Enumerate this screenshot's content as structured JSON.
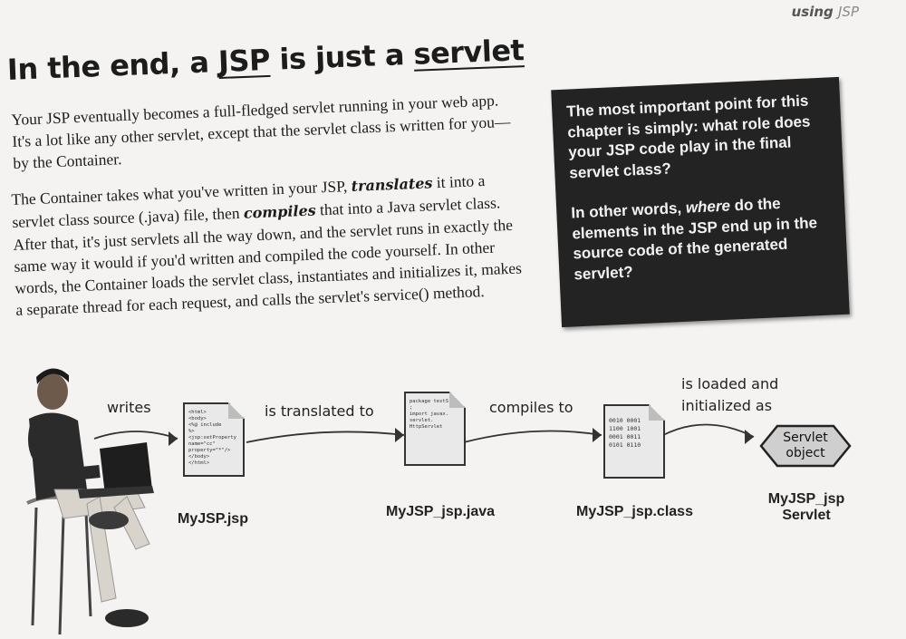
{
  "header": {
    "section_word": "using",
    "section_accent": "JSP"
  },
  "title": {
    "prefix": "In the end, a ",
    "jsp": "JSP",
    "middle": " is just a ",
    "servlet": "servlet"
  },
  "paragraphs": {
    "p1": "Your JSP eventually becomes a full-fledged servlet running in your web app. It's a lot like any other servlet, except that the servlet class is written for you—by the Container.",
    "p2_a": "The Container takes what you've written in your JSP, ",
    "p2_translates": "translates",
    "p2_b": " it into a servlet class source (.java) file, then ",
    "p2_compiles": "compiles",
    "p2_c": " that into a Java servlet class. After that, it's just servlets all the way down, and the servlet runs in exactly the same way it would if you'd written and compiled the code yourself. In other words, the Container loads the servlet class, instantiates and initializes it, makes a separate thread for each request, and calls the servlet's service() method."
  },
  "callout": {
    "line1": "The most important point for this chapter is simply: what role does your JSP code play in the final servlet class?",
    "line2_a": "In other words, ",
    "line2_where": "where",
    "line2_b": " do the elements in the JSP end up in the source code of the generated servlet?"
  },
  "diagram": {
    "arrow_writes": "writes",
    "arrow_translated": "is translated to",
    "arrow_compiles": "compiles to",
    "arrow_loaded_1": "is loaded and",
    "arrow_loaded_2": "initialized as",
    "file_jsp": "MyJSP.jsp",
    "file_java": "MyJSP_jsp.java",
    "file_class": "MyJSP_jsp.class",
    "servlet_name_1": "MyJSP_jsp",
    "servlet_name_2": "Servlet",
    "hex_line_1": "Servlet",
    "hex_line_2": "object",
    "doc_jsp_code": "<html>\n<body>\n<%@ include\n%>\n<jsp:setProperty\nname=\"cc\"\nproperty=\"*\"/>\n</body>\n</html>",
    "doc_java_code": "package testS\n;\nimport javax.\nservlet.\nHttpServlet",
    "doc_class_code": "0010 0001\n1100 1001\n0001 0011\n0101 0110"
  }
}
